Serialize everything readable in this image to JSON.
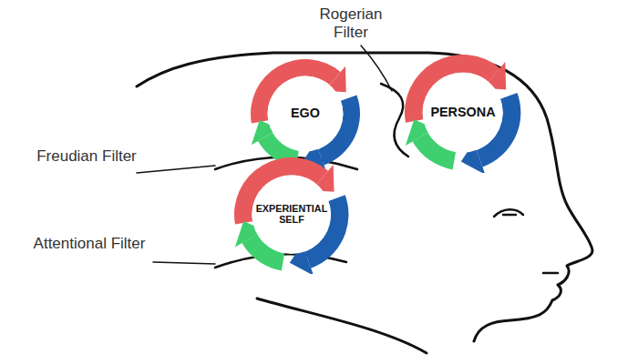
{
  "diagram": {
    "nodes": [
      {
        "text": [
          "EGO"
        ]
      },
      {
        "text": [
          "PERSONA"
        ]
      },
      {
        "text": [
          "EXPERIENTIAL SELF"
        ]
      }
    ],
    "labels": [
      "Rogerian Filter",
      "Freudian Filter",
      "Attentional Filter"
    ]
  }
}
